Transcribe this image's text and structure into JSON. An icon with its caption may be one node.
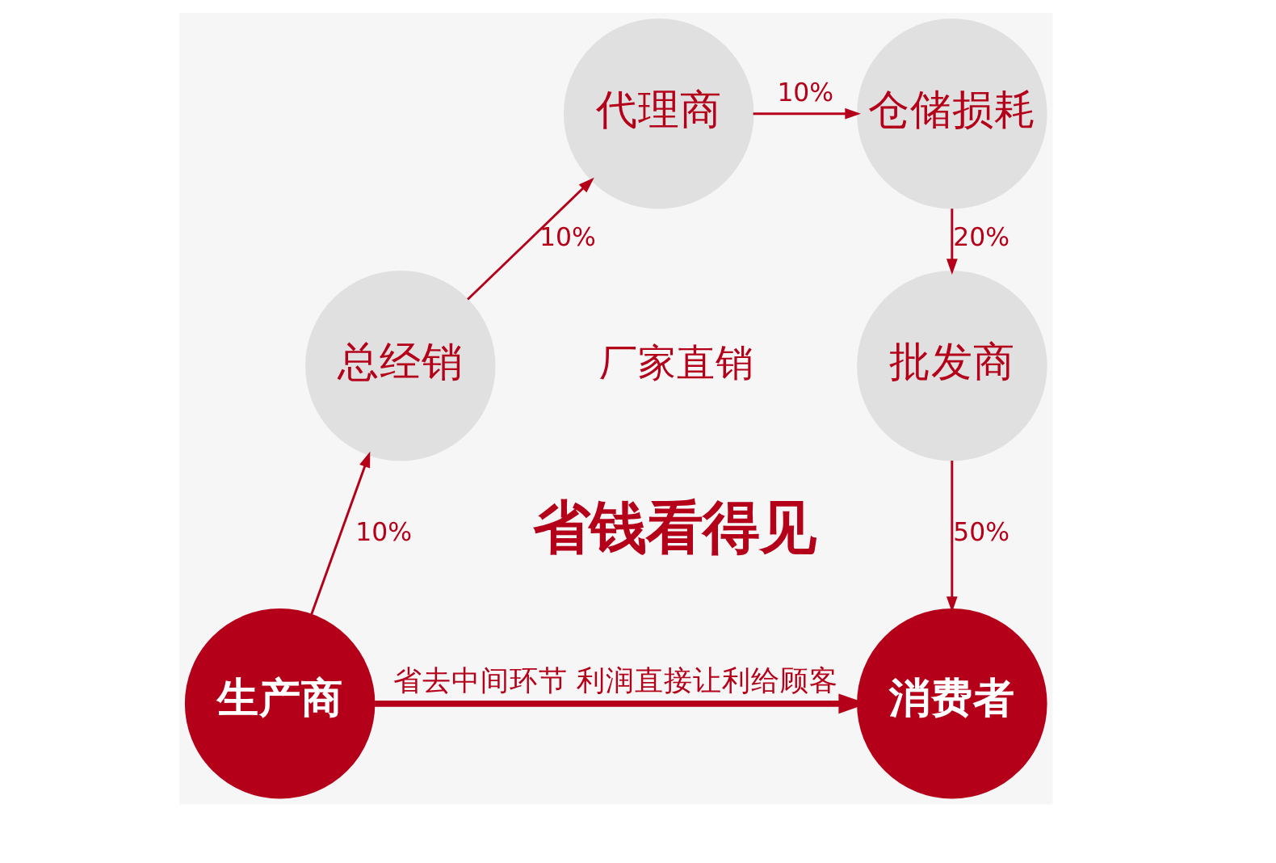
{
  "diagram": {
    "nodes": [
      {
        "text": [
          "生产商"
        ]
      },
      {
        "text": [
          "总经销"
        ]
      },
      {
        "text": [
          "代理商"
        ]
      },
      {
        "text": [
          "仓储损耗"
        ]
      },
      {
        "text": [
          "批发商"
        ]
      },
      {
        "text": [
          "消费者"
        ]
      }
    ],
    "edges": [
      {
        "from": 0,
        "to": 1,
        "arrow": "to",
        "label": "10%"
      },
      {
        "from": 1,
        "to": 2,
        "arrow": "to",
        "label": "10%"
      },
      {
        "from": 2,
        "to": 3,
        "arrow": "to",
        "label": "10%"
      },
      {
        "from": 3,
        "to": 4,
        "arrow": "to",
        "label": "20%"
      },
      {
        "from": 4,
        "to": 5,
        "arrow": "to",
        "label": "50%"
      },
      {
        "from": 0,
        "to": 5,
        "arrow": "to",
        "label": "省去中间环节 利润直接让利给顾客",
        "style": "thick"
      }
    ],
    "labels": [
      "厂家直销",
      "省钱看得见"
    ]
  }
}
